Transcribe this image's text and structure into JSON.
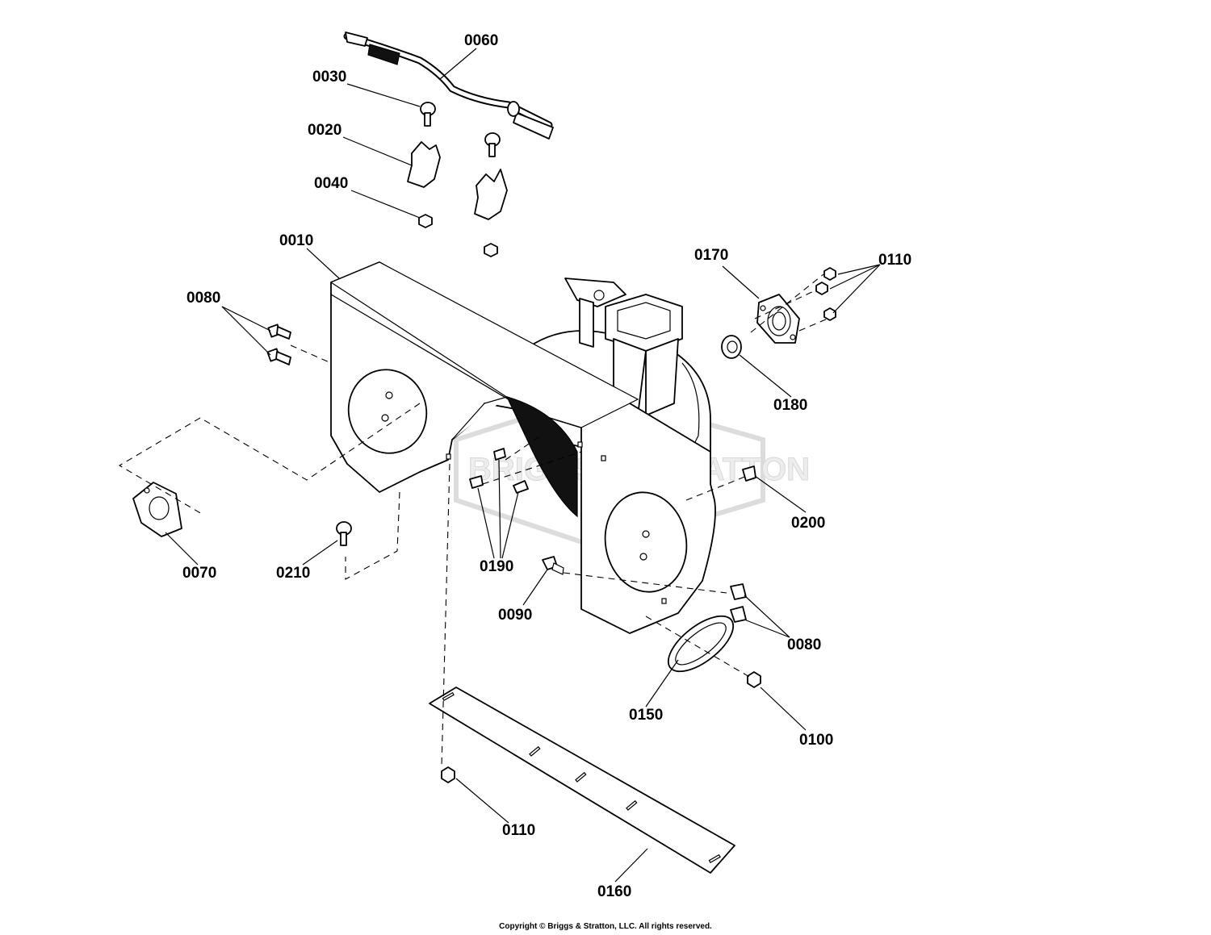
{
  "watermark": {
    "brand": "BRIGGS & STRATTON"
  },
  "callouts": [
    {
      "id": "c0060",
      "label": "0060"
    },
    {
      "id": "c0030",
      "label": "0030"
    },
    {
      "id": "c0020",
      "label": "0020"
    },
    {
      "id": "c0040",
      "label": "0040"
    },
    {
      "id": "c0010",
      "label": "0010"
    },
    {
      "id": "c0080a",
      "label": "0080"
    },
    {
      "id": "c0170",
      "label": "0170"
    },
    {
      "id": "c0110a",
      "label": "0110"
    },
    {
      "id": "c0180",
      "label": "0180"
    },
    {
      "id": "c0200",
      "label": "0200"
    },
    {
      "id": "c0070",
      "label": "0070"
    },
    {
      "id": "c0210",
      "label": "0210"
    },
    {
      "id": "c0190",
      "label": "0190"
    },
    {
      "id": "c0090",
      "label": "0090"
    },
    {
      "id": "c0080b",
      "label": "0080"
    },
    {
      "id": "c0150",
      "label": "0150"
    },
    {
      "id": "c0100",
      "label": "0100"
    },
    {
      "id": "c0110b",
      "label": "0110"
    },
    {
      "id": "c0160",
      "label": "0160"
    }
  ],
  "footer": {
    "copyright": "Copyright © Briggs & Stratton, LLC. All rights reserved."
  }
}
